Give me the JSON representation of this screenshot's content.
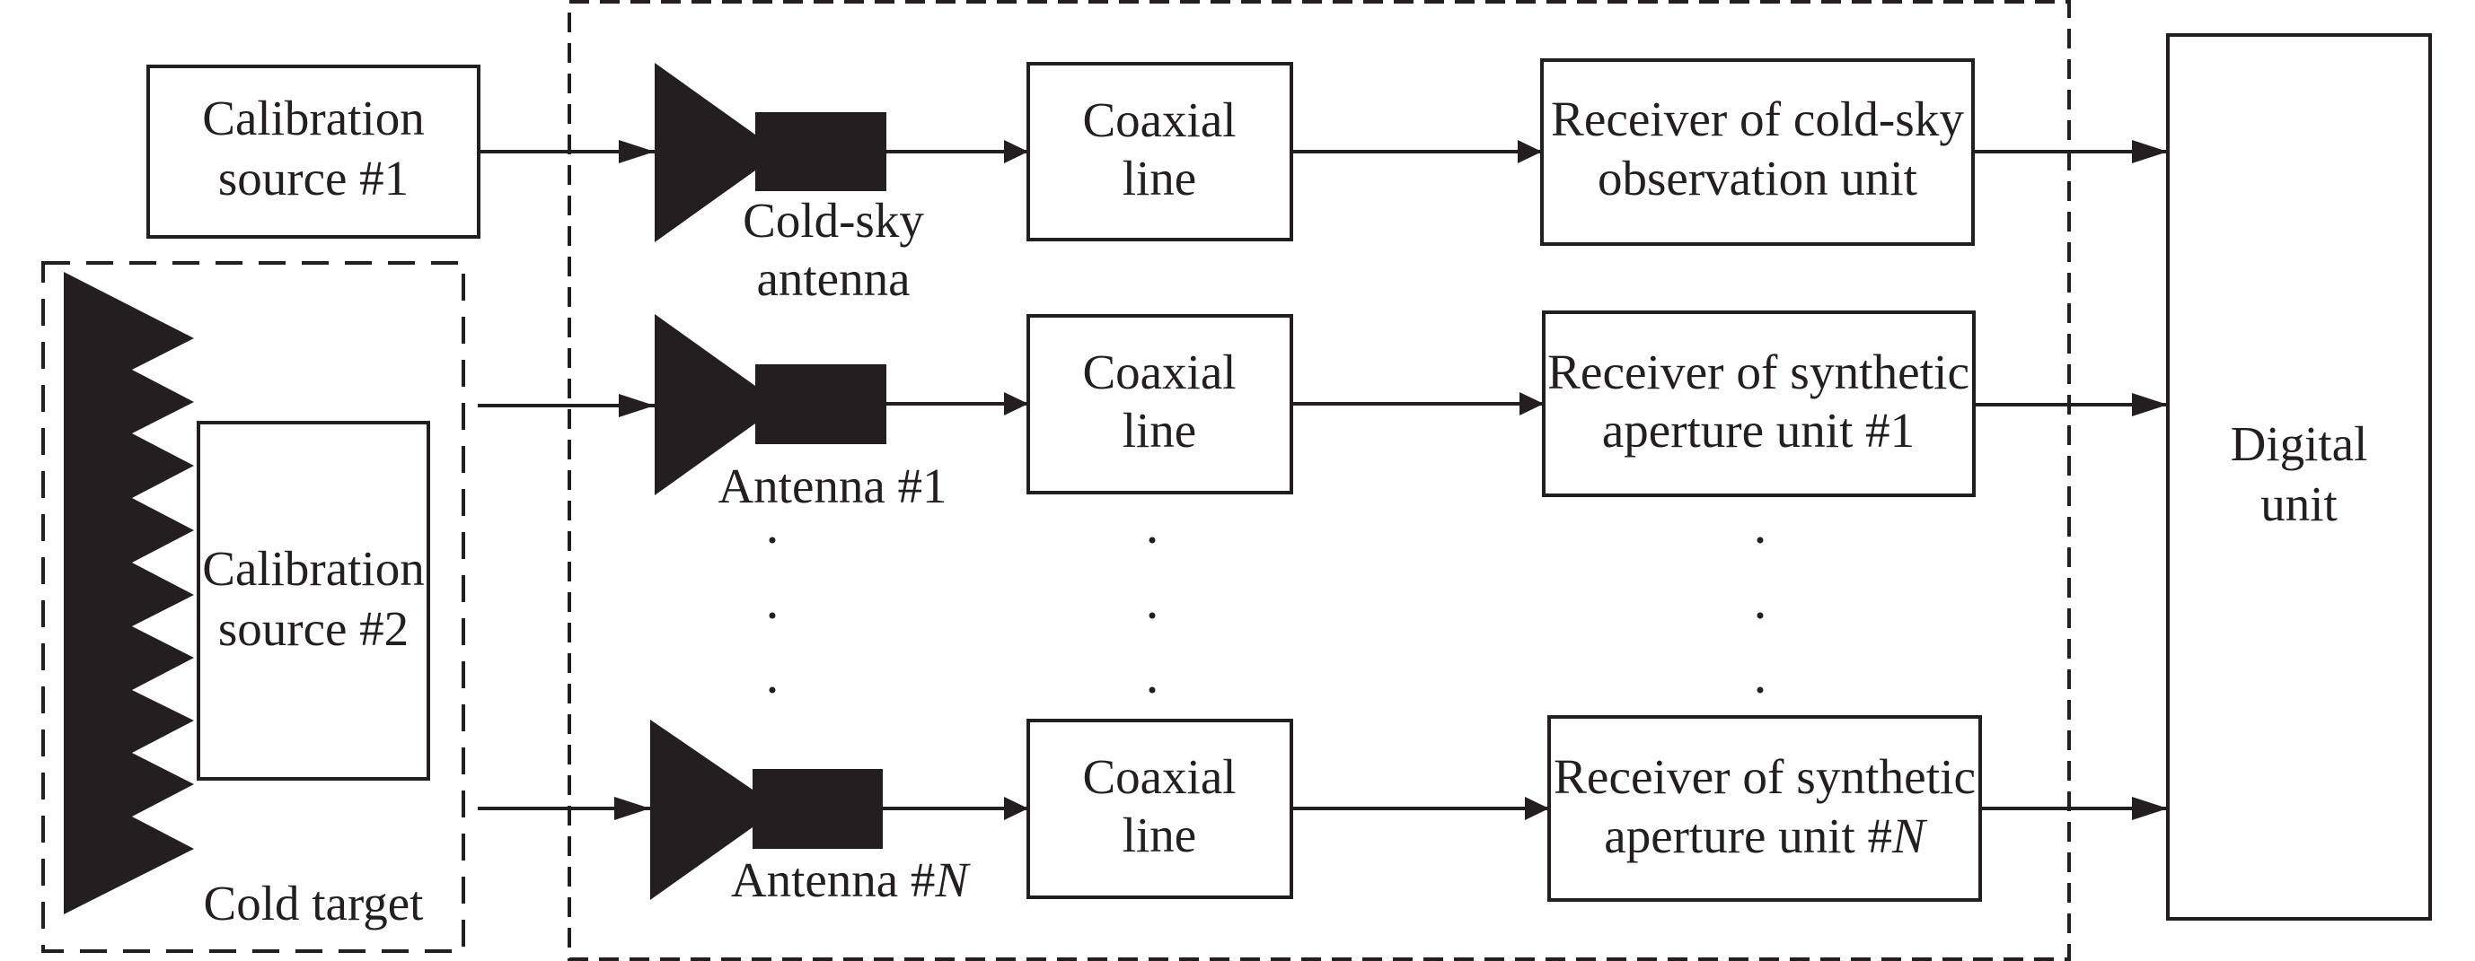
{
  "colors": {
    "ink": "#231f20",
    "background": "#ffffff"
  },
  "calibration_source_1": {
    "line1": "Calibration",
    "line2": "source #1"
  },
  "cold_target_group": {
    "label": "Cold target",
    "calibration_source_2": {
      "line1": "Calibration",
      "line2": "source #2"
    }
  },
  "channels": [
    {
      "antenna_label": [
        "Cold-sky",
        "antenna"
      ],
      "coaxial": [
        "Coaxial",
        "line"
      ],
      "receiver": [
        "Receiver of cold-sky",
        "observation unit"
      ]
    },
    {
      "antenna_label": [
        "Antenna #1"
      ],
      "coaxial": [
        "Coaxial",
        "line"
      ],
      "receiver": [
        "Receiver of synthetic",
        "aperture unit #1"
      ]
    },
    {
      "antenna_label_prefix": "Antenna #",
      "antenna_label_italic": "N",
      "coaxial": [
        "Coaxial",
        "line"
      ],
      "receiver_line1": "Receiver of synthetic",
      "receiver_line2_prefix": "aperture unit #",
      "receiver_line2_italic": "N"
    }
  ],
  "ellipsis": "· · ·",
  "digital_unit": {
    "line1": "Digital",
    "line2": "unit"
  }
}
